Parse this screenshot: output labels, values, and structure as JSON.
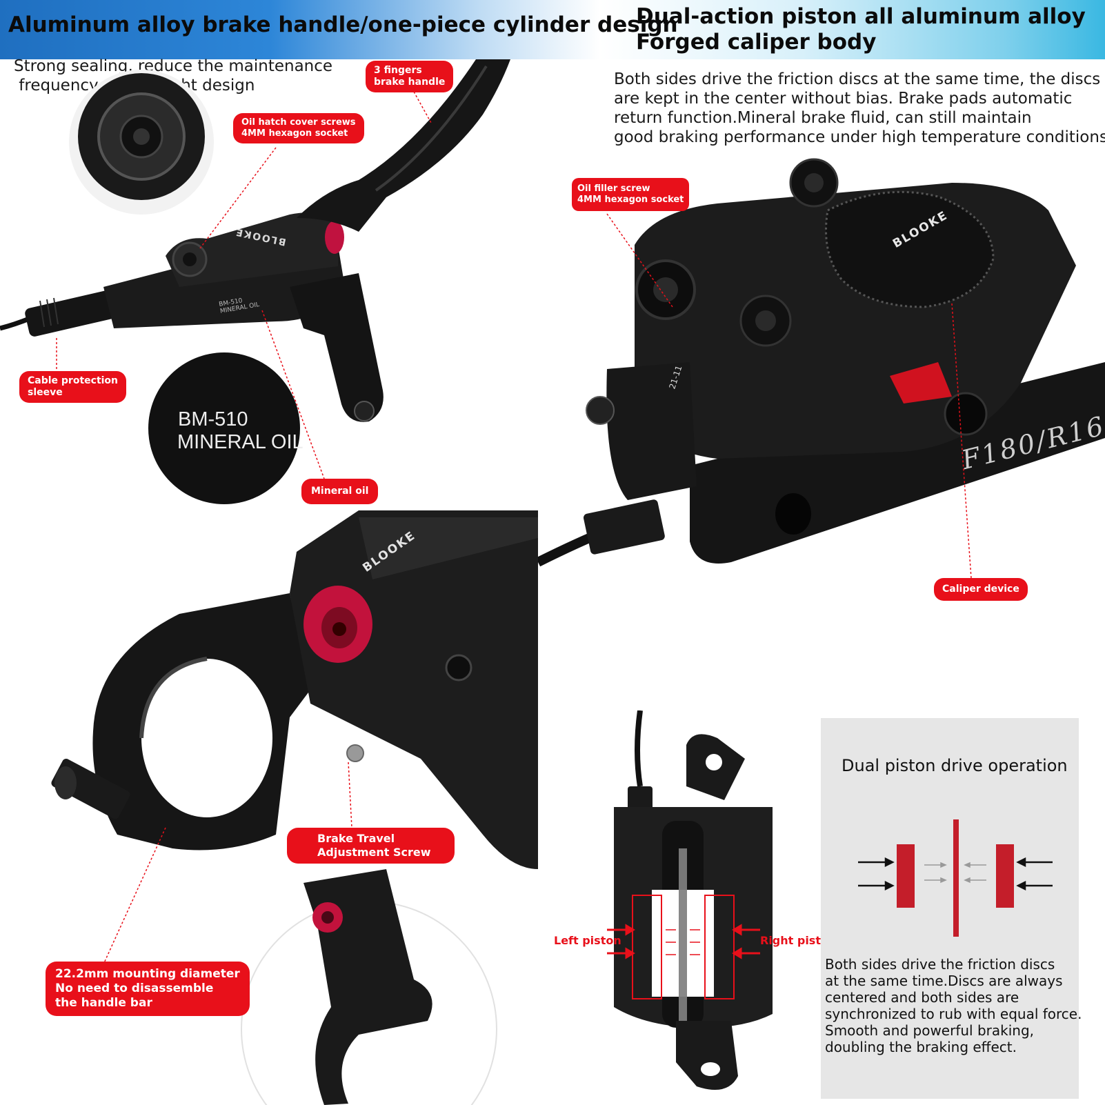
{
  "left_title": "Aluminum alloy brake handle/one-piece cylinder design",
  "right_title": [
    "Dual-action piston all aluminum alloy",
    "Forged caliper body"
  ],
  "left_desc": [
    "Strong sealing, reduce the maintenance",
    " frequency, lightweight design"
  ],
  "right_desc": [
    "Both sides drive the friction discs at the same time, the discs",
    "are kept in the center without bias. Brake pads automatic",
    "return function.Mineral brake fluid, can still maintain",
    "good braking performance under high temperature conditions."
  ],
  "tags": {
    "three_fingers": [
      "3 fingers",
      "brake handle"
    ],
    "oil_hatch": [
      "Oil hatch cover screws",
      "4MM hexagon socket"
    ],
    "cable_sleeve": [
      "Cable protection",
      "sleeve"
    ],
    "mineral_oil": "Mineral oil",
    "oil_filler": [
      "Oil filler screw",
      "4MM hexagon socket"
    ],
    "caliper_device": "Caliper device",
    "travel_screw": [
      "Brake Travel",
      "Adjustment Screw"
    ],
    "mounting": [
      "22.2mm mounting diameter",
      "No need to disassemble",
      "the handle bar"
    ]
  },
  "lever_text": {
    "brand": "BLOOKE",
    "model": "BM-510",
    "oil": "MINERAL OIL",
    "zoom_model": "BM-510",
    "zoom_oil": "MINERAL OIL"
  },
  "caliper_text": {
    "brand": "BLOOKE",
    "code": "21-11",
    "adapter": "F180/R16"
  },
  "piston_labels": {
    "left": "Left piston",
    "right": "Right piston"
  },
  "panel": {
    "title": "Dual piston drive operation",
    "text": [
      "Both sides drive the friction discs",
      "at the same time.Discs are always",
      "centered and both sides are",
      "synchronized to rub with equal force.",
      "Smooth and powerful braking,",
      "doubling the braking effect."
    ]
  },
  "colors": {
    "accent_red": "#e8101a",
    "banner_blue": "#1f6fc0",
    "banner_cyan": "#3ab8e2",
    "panel_gray": "#e6e6e6"
  }
}
